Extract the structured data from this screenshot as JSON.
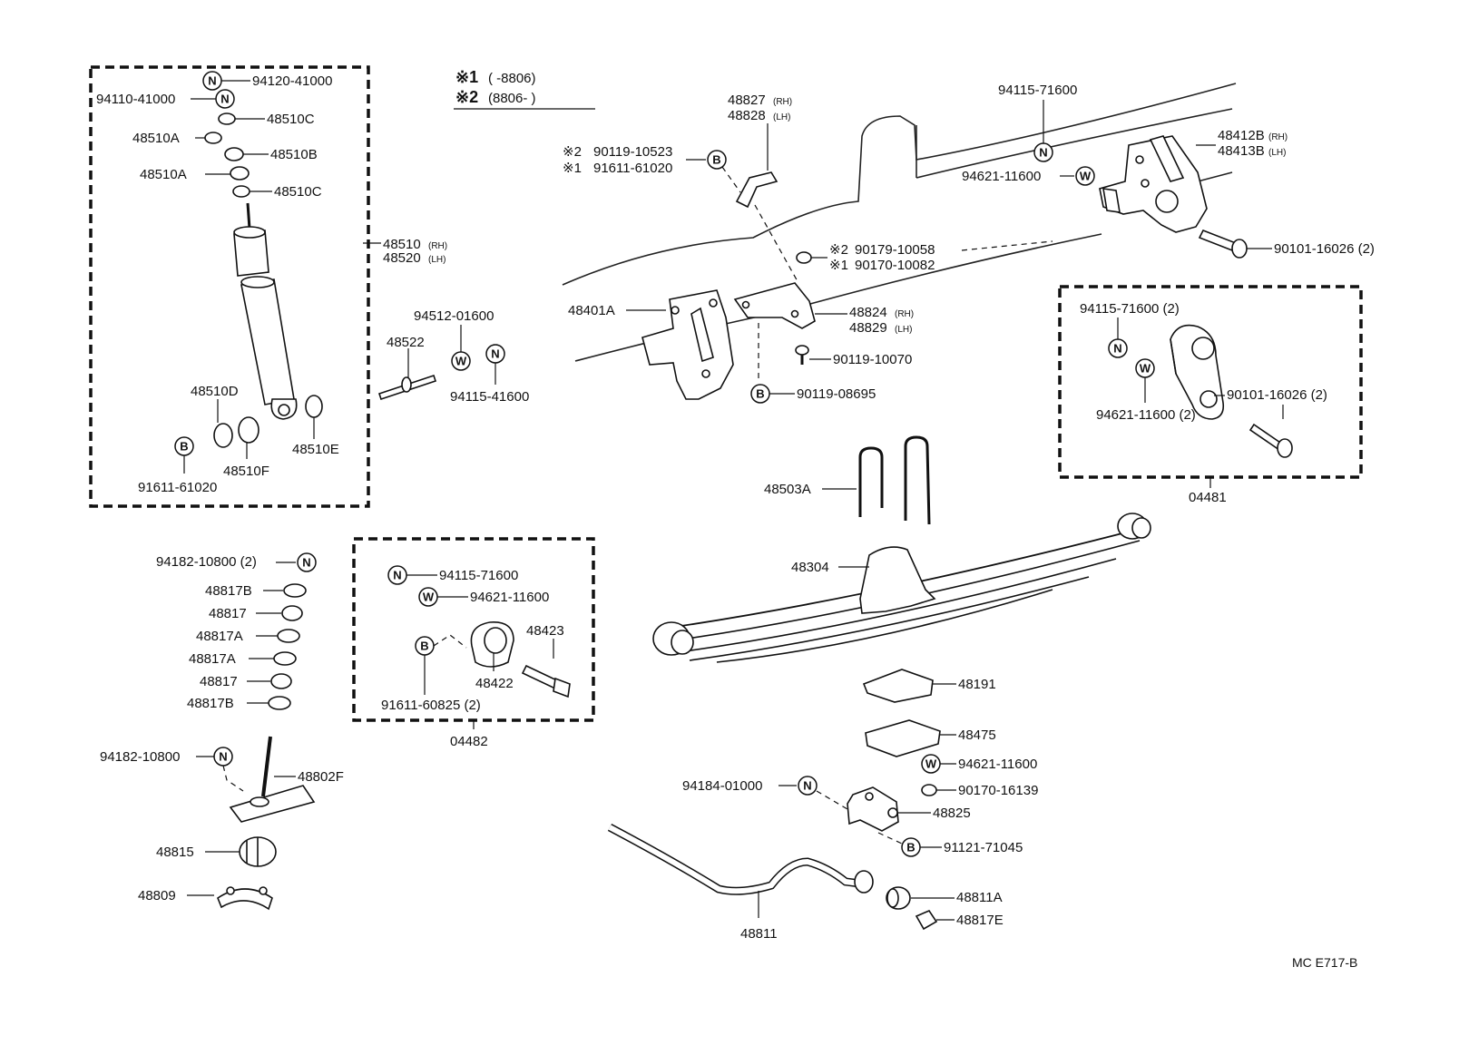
{
  "notes": {
    "note1_mark": "※1",
    "note1_range": "(    -8806)",
    "note2_mark": "※2",
    "note2_range": "(8806-    )"
  },
  "drawing_code": "MC E717-B",
  "groups": {
    "shock_kit": "48510(RH)\n48520(LH)",
    "box_04482": "04482",
    "box_04481": "04481"
  },
  "labels": {
    "l94120_41000": "94120-41000",
    "l94110_41000": "94110-41000",
    "l48510C_top": "48510C",
    "l48510A_1": "48510A",
    "l48510B": "48510B",
    "l48510A_2": "48510A",
    "l48510C_2": "48510C",
    "l48510_rh": "48510",
    "l48520_lh": "48520",
    "l48510D": "48510D",
    "l48510F": "48510F",
    "l48510E": "48510E",
    "l91611_61020_a": "91611-61020",
    "l94512_01600": "94512-01600",
    "l48522": "48522",
    "l94115_41600": "94115-41600",
    "l94182_10800_2": "94182-10800 (2)",
    "l48817B_1": "48817B",
    "l48817_1": "48817",
    "l48817A_1": "48817A",
    "l48817A_2": "48817A",
    "l48817_2": "48817",
    "l48817B_2": "48817B",
    "l94182_10800": "94182-10800",
    "l48802F": "48802F",
    "l48815": "48815",
    "l48809": "48809",
    "l94115_71600_b": "94115-71600",
    "l94621_11600_b": "94621-11600",
    "l48423": "48423",
    "l48422": "48422",
    "l91611_60825": "91611-60825 (2)",
    "l90119_10523": "90119-10523",
    "l91611_61020_b": "91611-61020",
    "l48827": "48827",
    "l48828": "48828",
    "l48401A": "48401A",
    "l90179_10058": "90179-10058",
    "l90170_10082": "90170-10082",
    "l48824": "48824",
    "l48829": "48829",
    "l90119_10070": "90119-10070",
    "l90119_08695": "90119-08695",
    "l94115_71600_top": "94115-71600",
    "l94621_11600_top": "94621-11600",
    "l48412B": "48412B",
    "l48413B": "48413B",
    "l90101_16026_top": "90101-16026 (2)",
    "l94115_71600_2": "94115-71600 (2)",
    "l94621_11600_2": "94621-11600 (2)",
    "l90101_16026_box": "90101-16026 (2)",
    "l48503A": "48503A",
    "l48304": "48304",
    "l48191": "48191",
    "l48475": "48475",
    "l94621_11600_c": "94621-11600",
    "l90170_16139": "90170-16139",
    "l94184_01000": "94184-01000",
    "l48825": "48825",
    "l91121_71045": "91121-71045",
    "l48811A": "48811A",
    "l48817E": "48817E",
    "l48811": "48811"
  },
  "side_tags": {
    "rh": "(RH)",
    "lh": "(LH)"
  },
  "symbols": {
    "nut": "N",
    "washer": "W",
    "bolt": "B"
  },
  "note_marks": {
    "m1": "※1",
    "m2": "※2"
  }
}
